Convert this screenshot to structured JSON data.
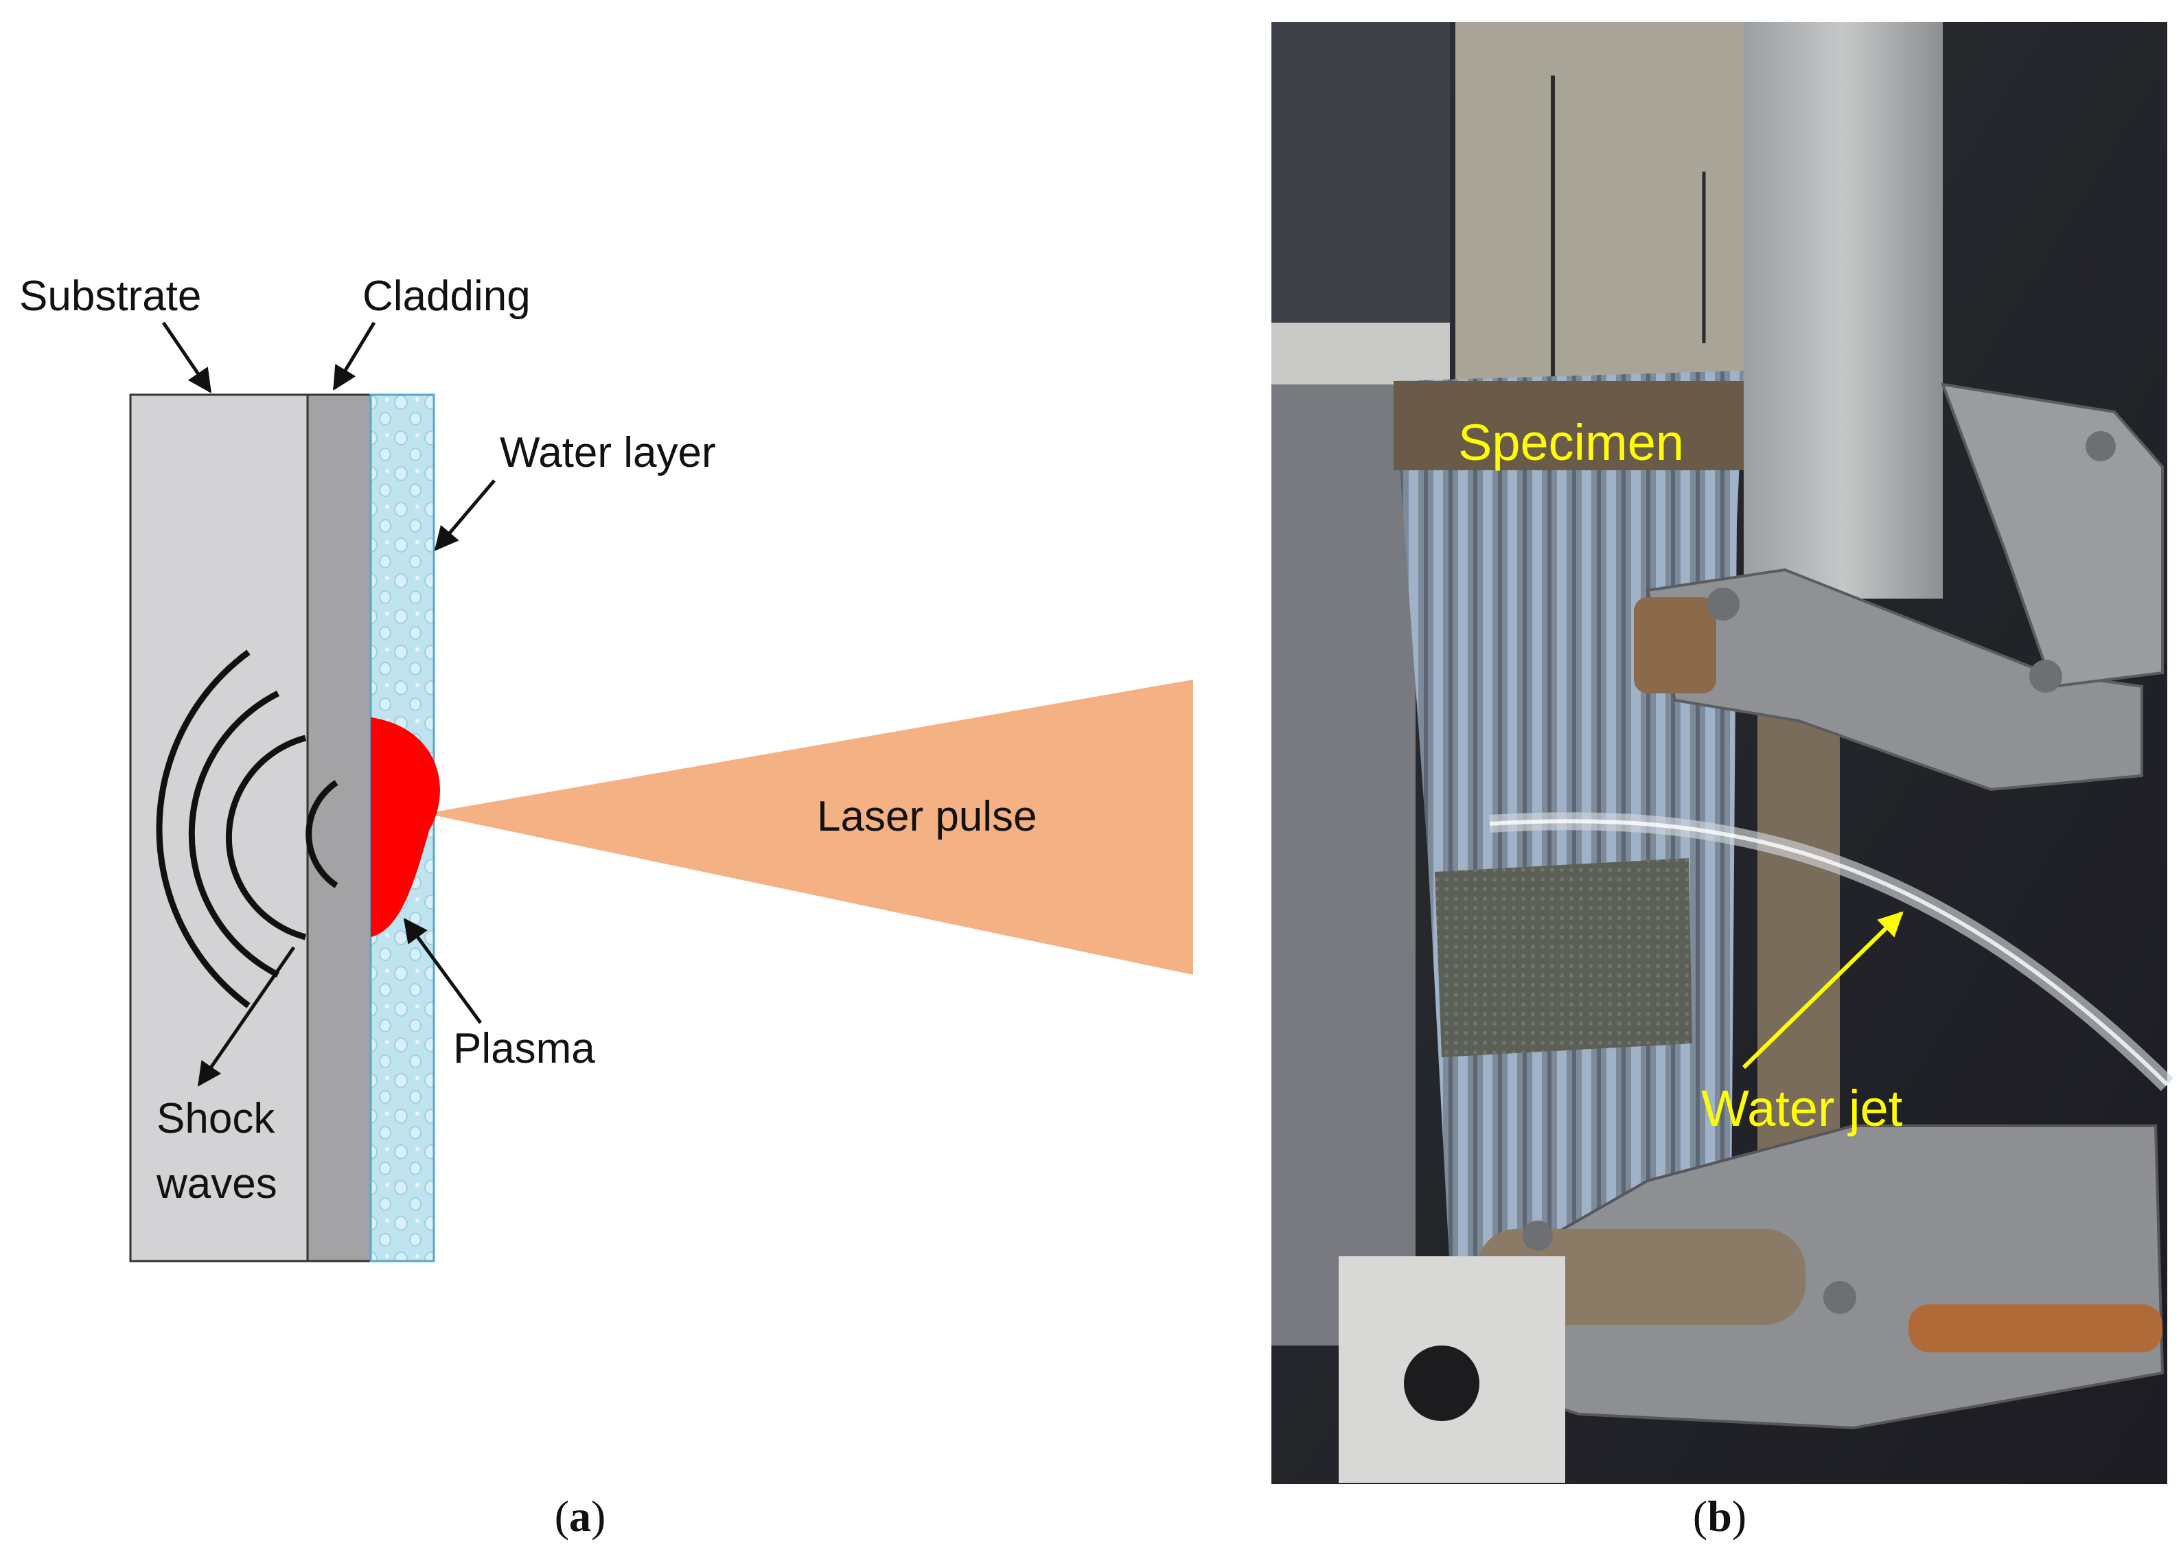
{
  "panel_a": {
    "labels": {
      "substrate": "Substrate",
      "cladding": "Cladding",
      "water_layer": "Water layer",
      "laser_pulse": "Laser pulse",
      "plasma": "Plasma",
      "shock_line1": "Shock",
      "shock_line2": "waves"
    },
    "caption_letter": "a",
    "colors": {
      "substrate": "#d3d2d4",
      "cladding": "#a3a2a4",
      "water": "#bfe4f0",
      "plasma": "#ff0000",
      "laser": "#f4b183"
    }
  },
  "panel_b": {
    "labels": {
      "specimen": "Specimen",
      "water_jet": "Water jet"
    },
    "caption_letter": "b",
    "colors": {
      "annotation": "#ffff00"
    }
  }
}
